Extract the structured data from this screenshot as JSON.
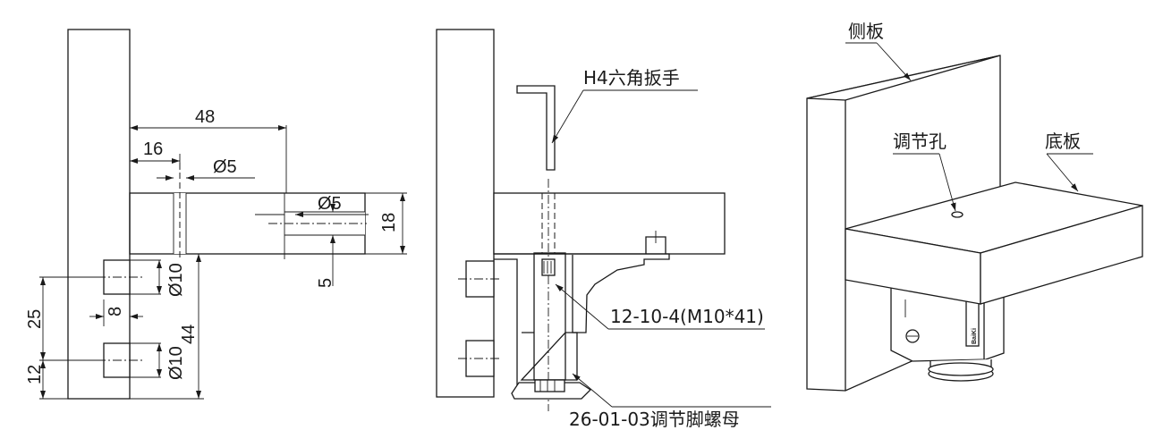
{
  "colors": {
    "ink": "#1a1a1a",
    "background": "#ffffff"
  },
  "section_view": {
    "dim_48": "48",
    "dim_16": "16",
    "dim_phi5_top": "Ø5",
    "dim_phi5_right": "Ø5",
    "dim_18": "18",
    "dim_5": "5",
    "dim_phi10_top": "Ø10",
    "dim_phi10_bottom": "Ø10",
    "dim_44": "44",
    "dim_25": "25",
    "dim_8": "8",
    "dim_12": "12"
  },
  "assembly_view": {
    "wrench_label": "H4六角扳手",
    "screw_label": "12-10-4(M10*41)",
    "nut_label": "26-01-03调节脚螺母"
  },
  "iso_view": {
    "side_panel_label": "侧板",
    "adjust_hole_label": "调节孔",
    "bottom_panel_label": "底板",
    "brand_mark": "BaiKi"
  }
}
